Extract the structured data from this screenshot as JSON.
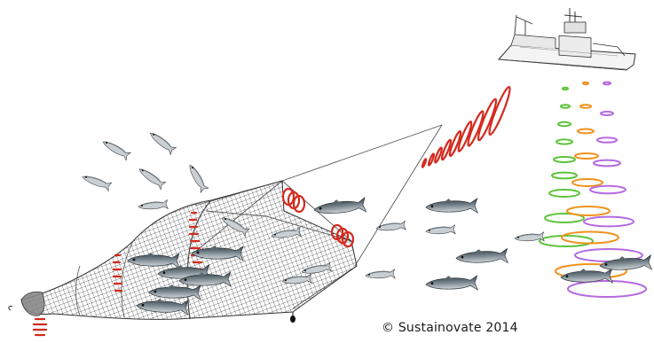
{
  "figure": {
    "copyright": "© Sustainovate 2014"
  },
  "elements": {
    "vessel": "trawler-vessel",
    "net": "trawl-net",
    "fish_species": "mackerel"
  },
  "colors": {
    "sonar_red": "#d42a1e",
    "acoustic_green": "#5ec43a",
    "acoustic_orange": "#f0921e",
    "acoustic_purple": "#b56ae0",
    "net_line": "#444444",
    "fish_body": "#9aa3a8",
    "fish_back": "#3c4850"
  }
}
